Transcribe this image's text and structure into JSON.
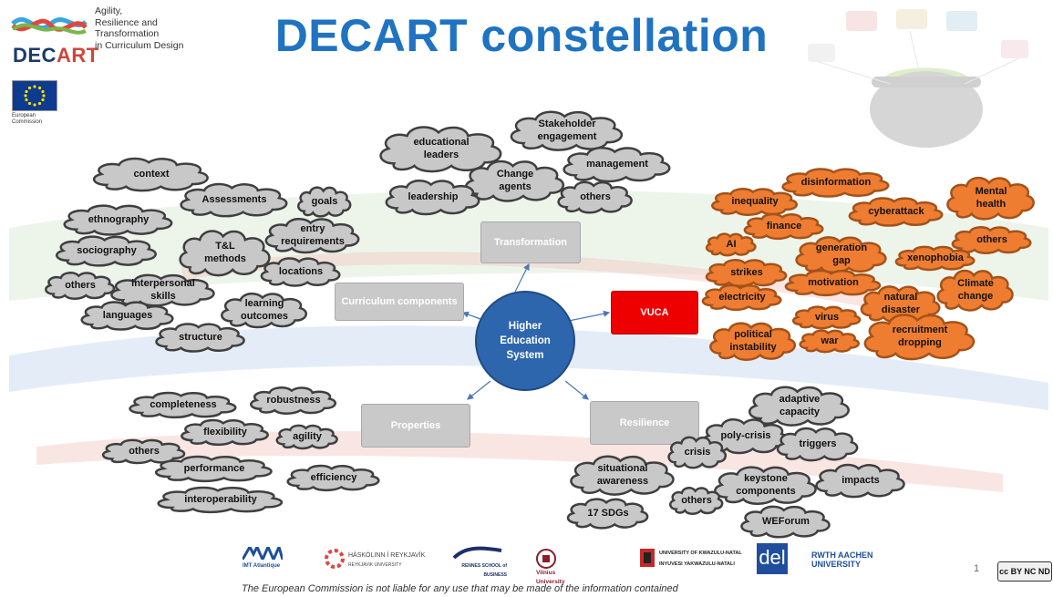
{
  "header": {
    "title": "DECART constellation",
    "logo_word": "DECART",
    "tagline": [
      "Agility,",
      "Resilience and",
      "Transformation",
      "in Curriculum Design"
    ],
    "eu_label": [
      "European",
      "Commission"
    ]
  },
  "center": {
    "label": "Higher Education System"
  },
  "categories": {
    "transformation": "Transformation",
    "curriculum": "Curriculum components",
    "vuca": "VUCA",
    "properties": "Properties",
    "resilience": "Resilience"
  },
  "clouds": {
    "stakeholder": "Stakeholder engagement",
    "edu_leaders": "educational leaders",
    "management": "management",
    "change_agents": "Change agents",
    "leadership": "leadership",
    "others_t": "others",
    "context": "context",
    "assessments": "Assessments",
    "goals": "goals",
    "ethnography": "ethnography",
    "entry_req": "entry requirements",
    "sociography": "sociography",
    "tl_methods": "T&L methods",
    "locations": "locations",
    "others_c": "others",
    "interpersonal": "interpersonal skills",
    "languages": "languages",
    "learning_outcomes": "learning outcomes",
    "structure": "structure",
    "disinformation": "disinformation",
    "inequality": "inequality",
    "mental_health": "Mental health",
    "cyberattack": "cyberattack",
    "finance": "finance",
    "ai": "AI",
    "generation_gap": "generation gap",
    "others_v": "others",
    "xenophobia": "xenophobia",
    "strikes": "strikes",
    "motivation": "motivation",
    "climate": "Climate change",
    "electricity": "electricity",
    "natural_disaster": "natural disaster",
    "virus": "virus",
    "political": "political instability",
    "war": "war",
    "recruitment": "recruitment dropping",
    "completeness": "completeness",
    "robustness": "robustness",
    "flexibility": "flexibility",
    "agility": "agility",
    "others_p": "others",
    "performance": "performance",
    "efficiency": "efficiency",
    "interoperability": "interoperability",
    "adaptive": "adaptive capacity",
    "poly_crisis": "poly-crisis",
    "crisis": "crisis",
    "triggers": "triggers",
    "situational": "situational awareness",
    "keystone": "keystone components",
    "impacts": "impacts",
    "others_r": "others",
    "sdgs": "17 SDGs",
    "weforum": "WEForum"
  },
  "partners": {
    "imt": "IMT Atlantique",
    "reykjavik": "HÁSKÓLINN Í REYKJAVÍK",
    "reykjavik_sub": "REYKJAVIK UNIVERSITY",
    "rennes": "RENNES SCHOOL of BUSINESS",
    "vilnius": "Vilnius University",
    "kzn1": "UNIVERSITY OF KWAZULU-NATAL",
    "kzn2": "INYUVESI YAKWAZULU-NATALI",
    "del": "del",
    "rwth": "RWTH AACHEN UNIVERSITY"
  },
  "page_number": "1",
  "cc_label": "cc BY NC ND",
  "disclaimer": "The European Commission is not liable for any use that may be made of the information contained",
  "colors": {
    "title": "#1f73c1",
    "center": "#2e66ad",
    "vuca": "#ee0000",
    "orange_cloud": "#ee7d31",
    "grey_cloud": "#c8c8c8",
    "grey_box": "#c9c9c9"
  }
}
